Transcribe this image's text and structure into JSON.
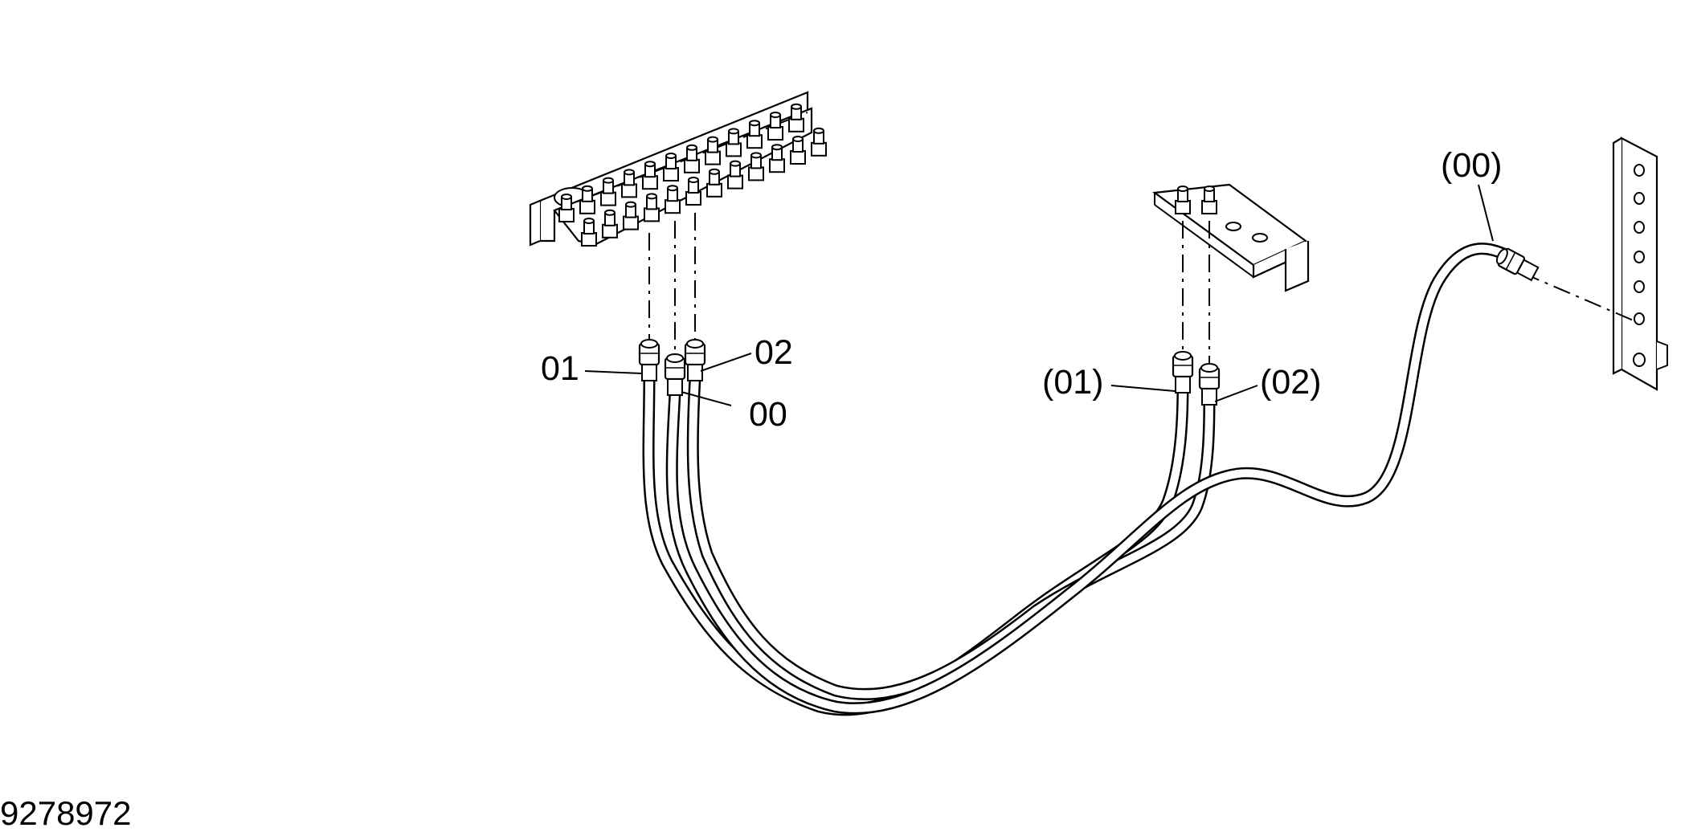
{
  "figure": {
    "reference_number": "9278972",
    "callouts": {
      "left_01": "01",
      "left_02": "02",
      "left_00": "00",
      "right_01": "(01)",
      "right_02": "(02)",
      "far_right_00": "(00)"
    },
    "colors": {
      "line": "#000000",
      "background": "#ffffff"
    }
  }
}
